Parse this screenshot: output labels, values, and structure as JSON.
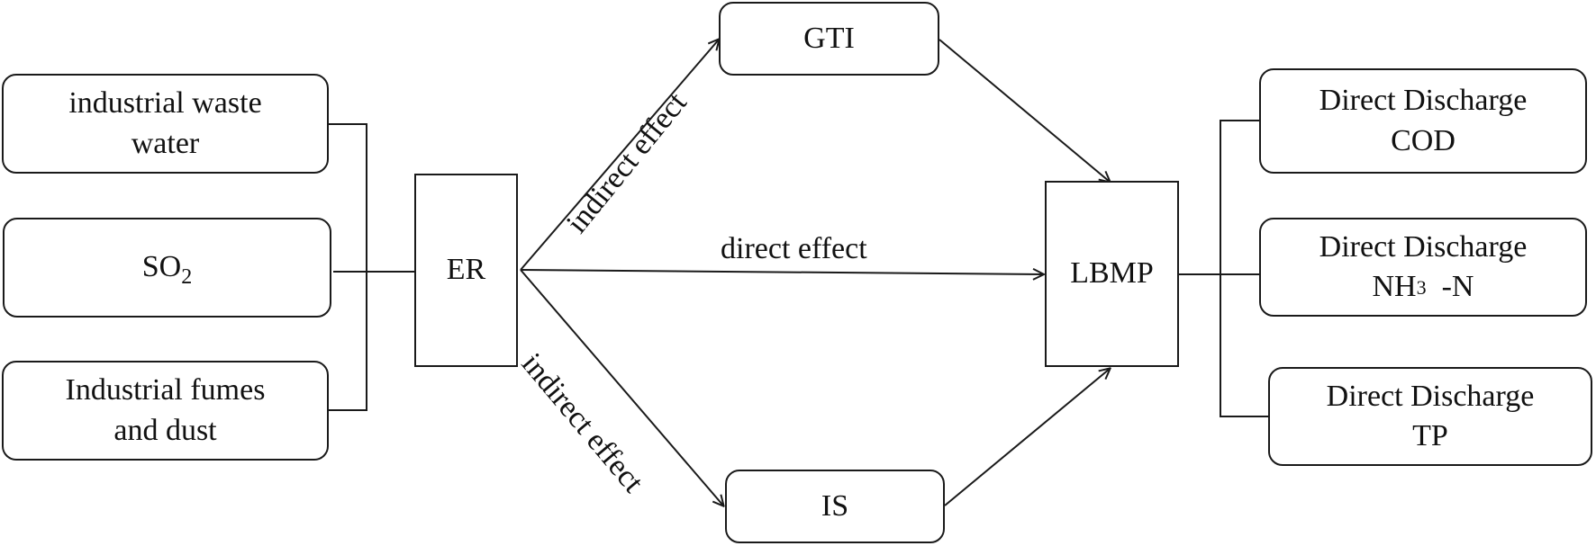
{
  "inputs": {
    "waste_water": [
      "industrial waste",
      "water"
    ],
    "so2": {
      "base": "SO",
      "sub": "2"
    },
    "fumes_dust": [
      "Industrial fumes",
      "and dust"
    ]
  },
  "core": {
    "er": "ER",
    "gti": "GTI",
    "is": "IS",
    "lbmp": "LBMP"
  },
  "edges": {
    "indirect_top": "indirect effect",
    "direct": "direct effect",
    "indirect_bottom": "indirect effect"
  },
  "outputs": {
    "cod": [
      "Direct Discharge",
      "COD"
    ],
    "nh3": {
      "line1": "Direct Discharge",
      "base": "NH",
      "sub": "3",
      "suffix": "  -N"
    },
    "tp": [
      "Direct Discharge",
      "TP"
    ]
  },
  "colors": {
    "stroke": "#1a1a1a",
    "text": "#111111",
    "background": "#ffffff"
  }
}
